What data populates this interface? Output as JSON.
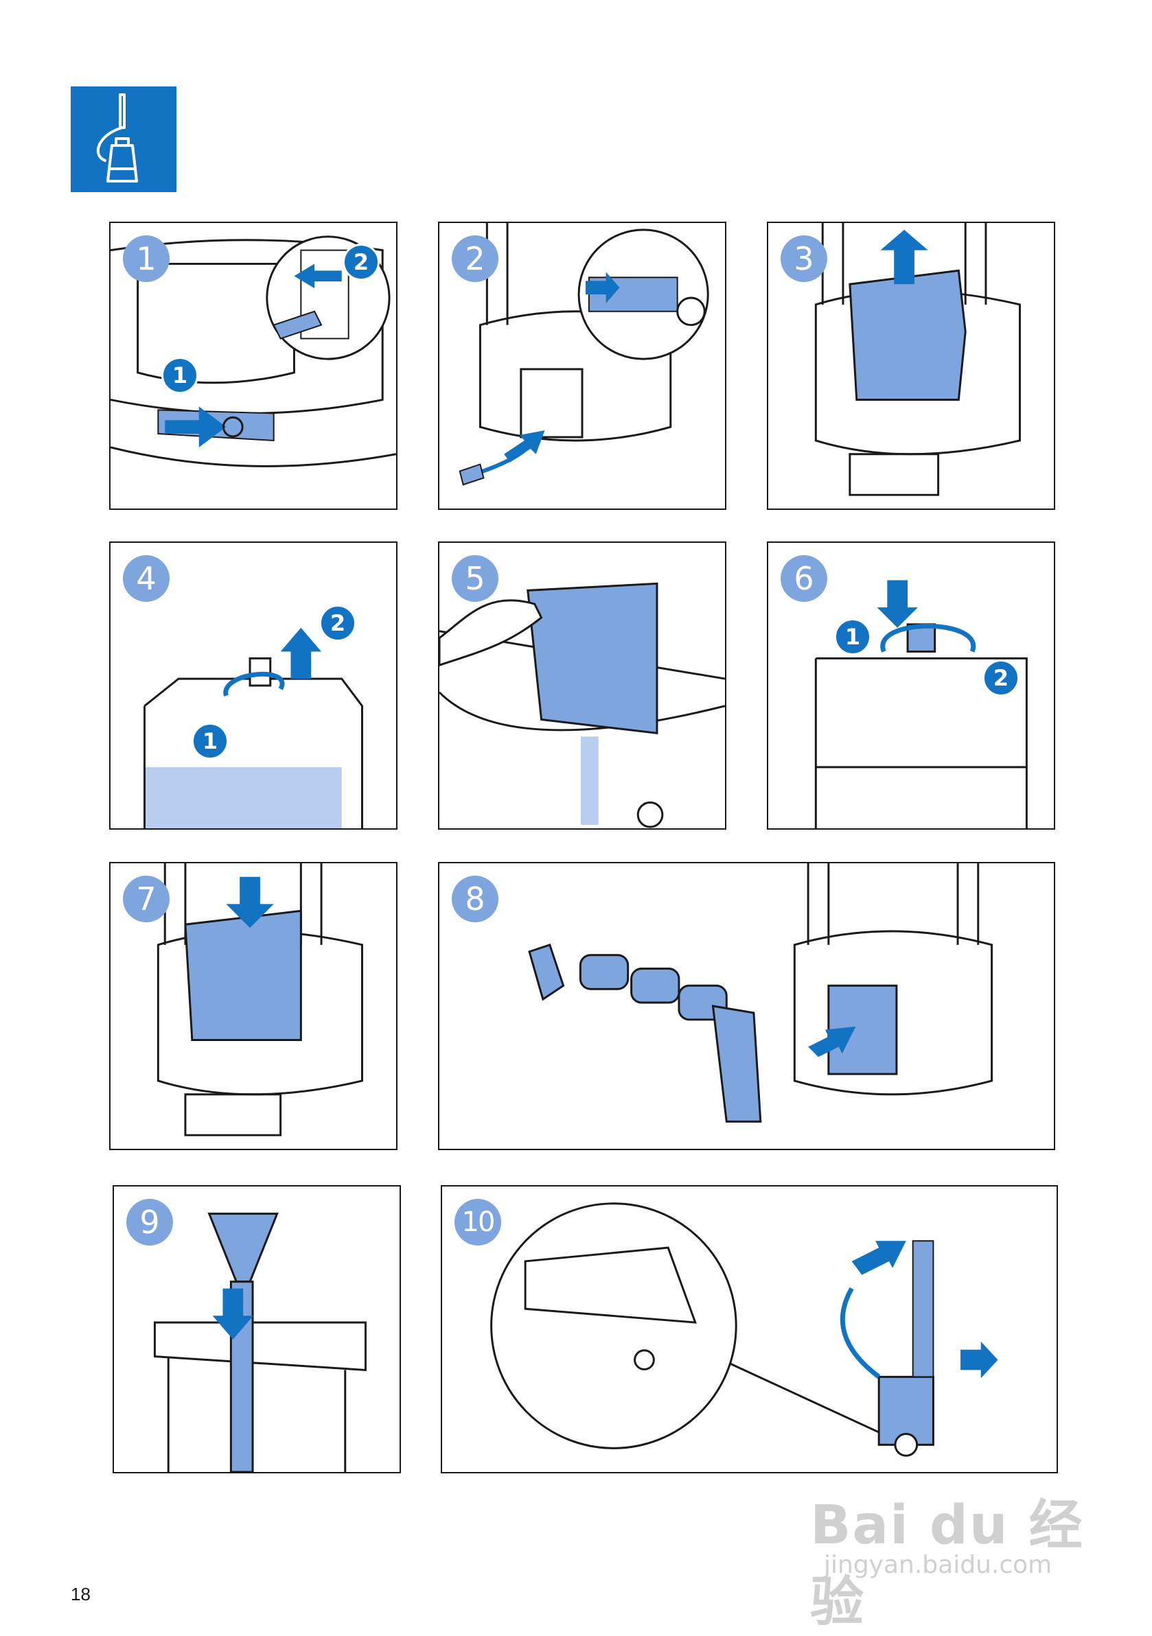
{
  "header": {
    "icon": "garment-steamer-icon",
    "accent_color": "#1273c2"
  },
  "steps": [
    {
      "number": "1",
      "sub_badges": [
        "1",
        "2"
      ]
    },
    {
      "number": "2",
      "sub_badges": []
    },
    {
      "number": "3",
      "sub_badges": []
    },
    {
      "number": "4",
      "sub_badges": [
        "1",
        "2"
      ]
    },
    {
      "number": "5",
      "sub_badges": []
    },
    {
      "number": "6",
      "sub_badges": [
        "1",
        "2"
      ]
    },
    {
      "number": "7",
      "sub_badges": []
    },
    {
      "number": "8",
      "sub_badges": []
    },
    {
      "number": "9",
      "sub_badges": []
    },
    {
      "number": "10",
      "sub_badges": []
    }
  ],
  "page_number": "18",
  "watermark": {
    "brand": "Bai du 经验",
    "url": "jingyan.baidu.com"
  }
}
